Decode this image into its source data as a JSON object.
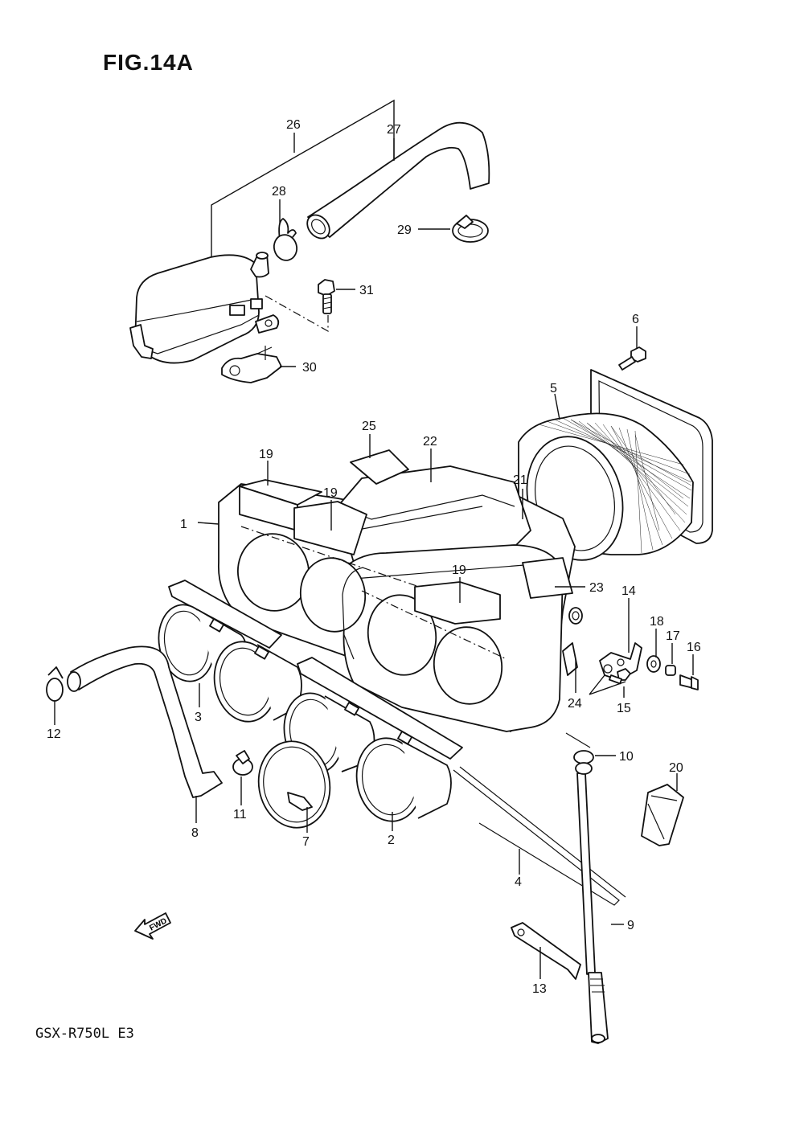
{
  "figure": {
    "title": "FIG.14A",
    "model": "GSX-R750L  E3"
  },
  "fwd_label": "FWD",
  "callouts": {
    "c1": "1",
    "c2": "2",
    "c3": "3",
    "c4": "4",
    "c5": "5",
    "c6": "6",
    "c7": "7",
    "c8": "8",
    "c9": "9",
    "c10": "10",
    "c11": "11",
    "c12": "12",
    "c13": "13",
    "c14": "14",
    "c15": "15",
    "c16": "16",
    "c17": "17",
    "c18": "18",
    "c19a": "19",
    "c19b": "19",
    "c19c": "19",
    "c20": "20",
    "c21": "21",
    "c22": "22",
    "c23": "23",
    "c24": "24",
    "c25": "25",
    "c26": "26",
    "c27": "27",
    "c28": "28",
    "c29": "29",
    "c30": "30",
    "c31": "31"
  }
}
